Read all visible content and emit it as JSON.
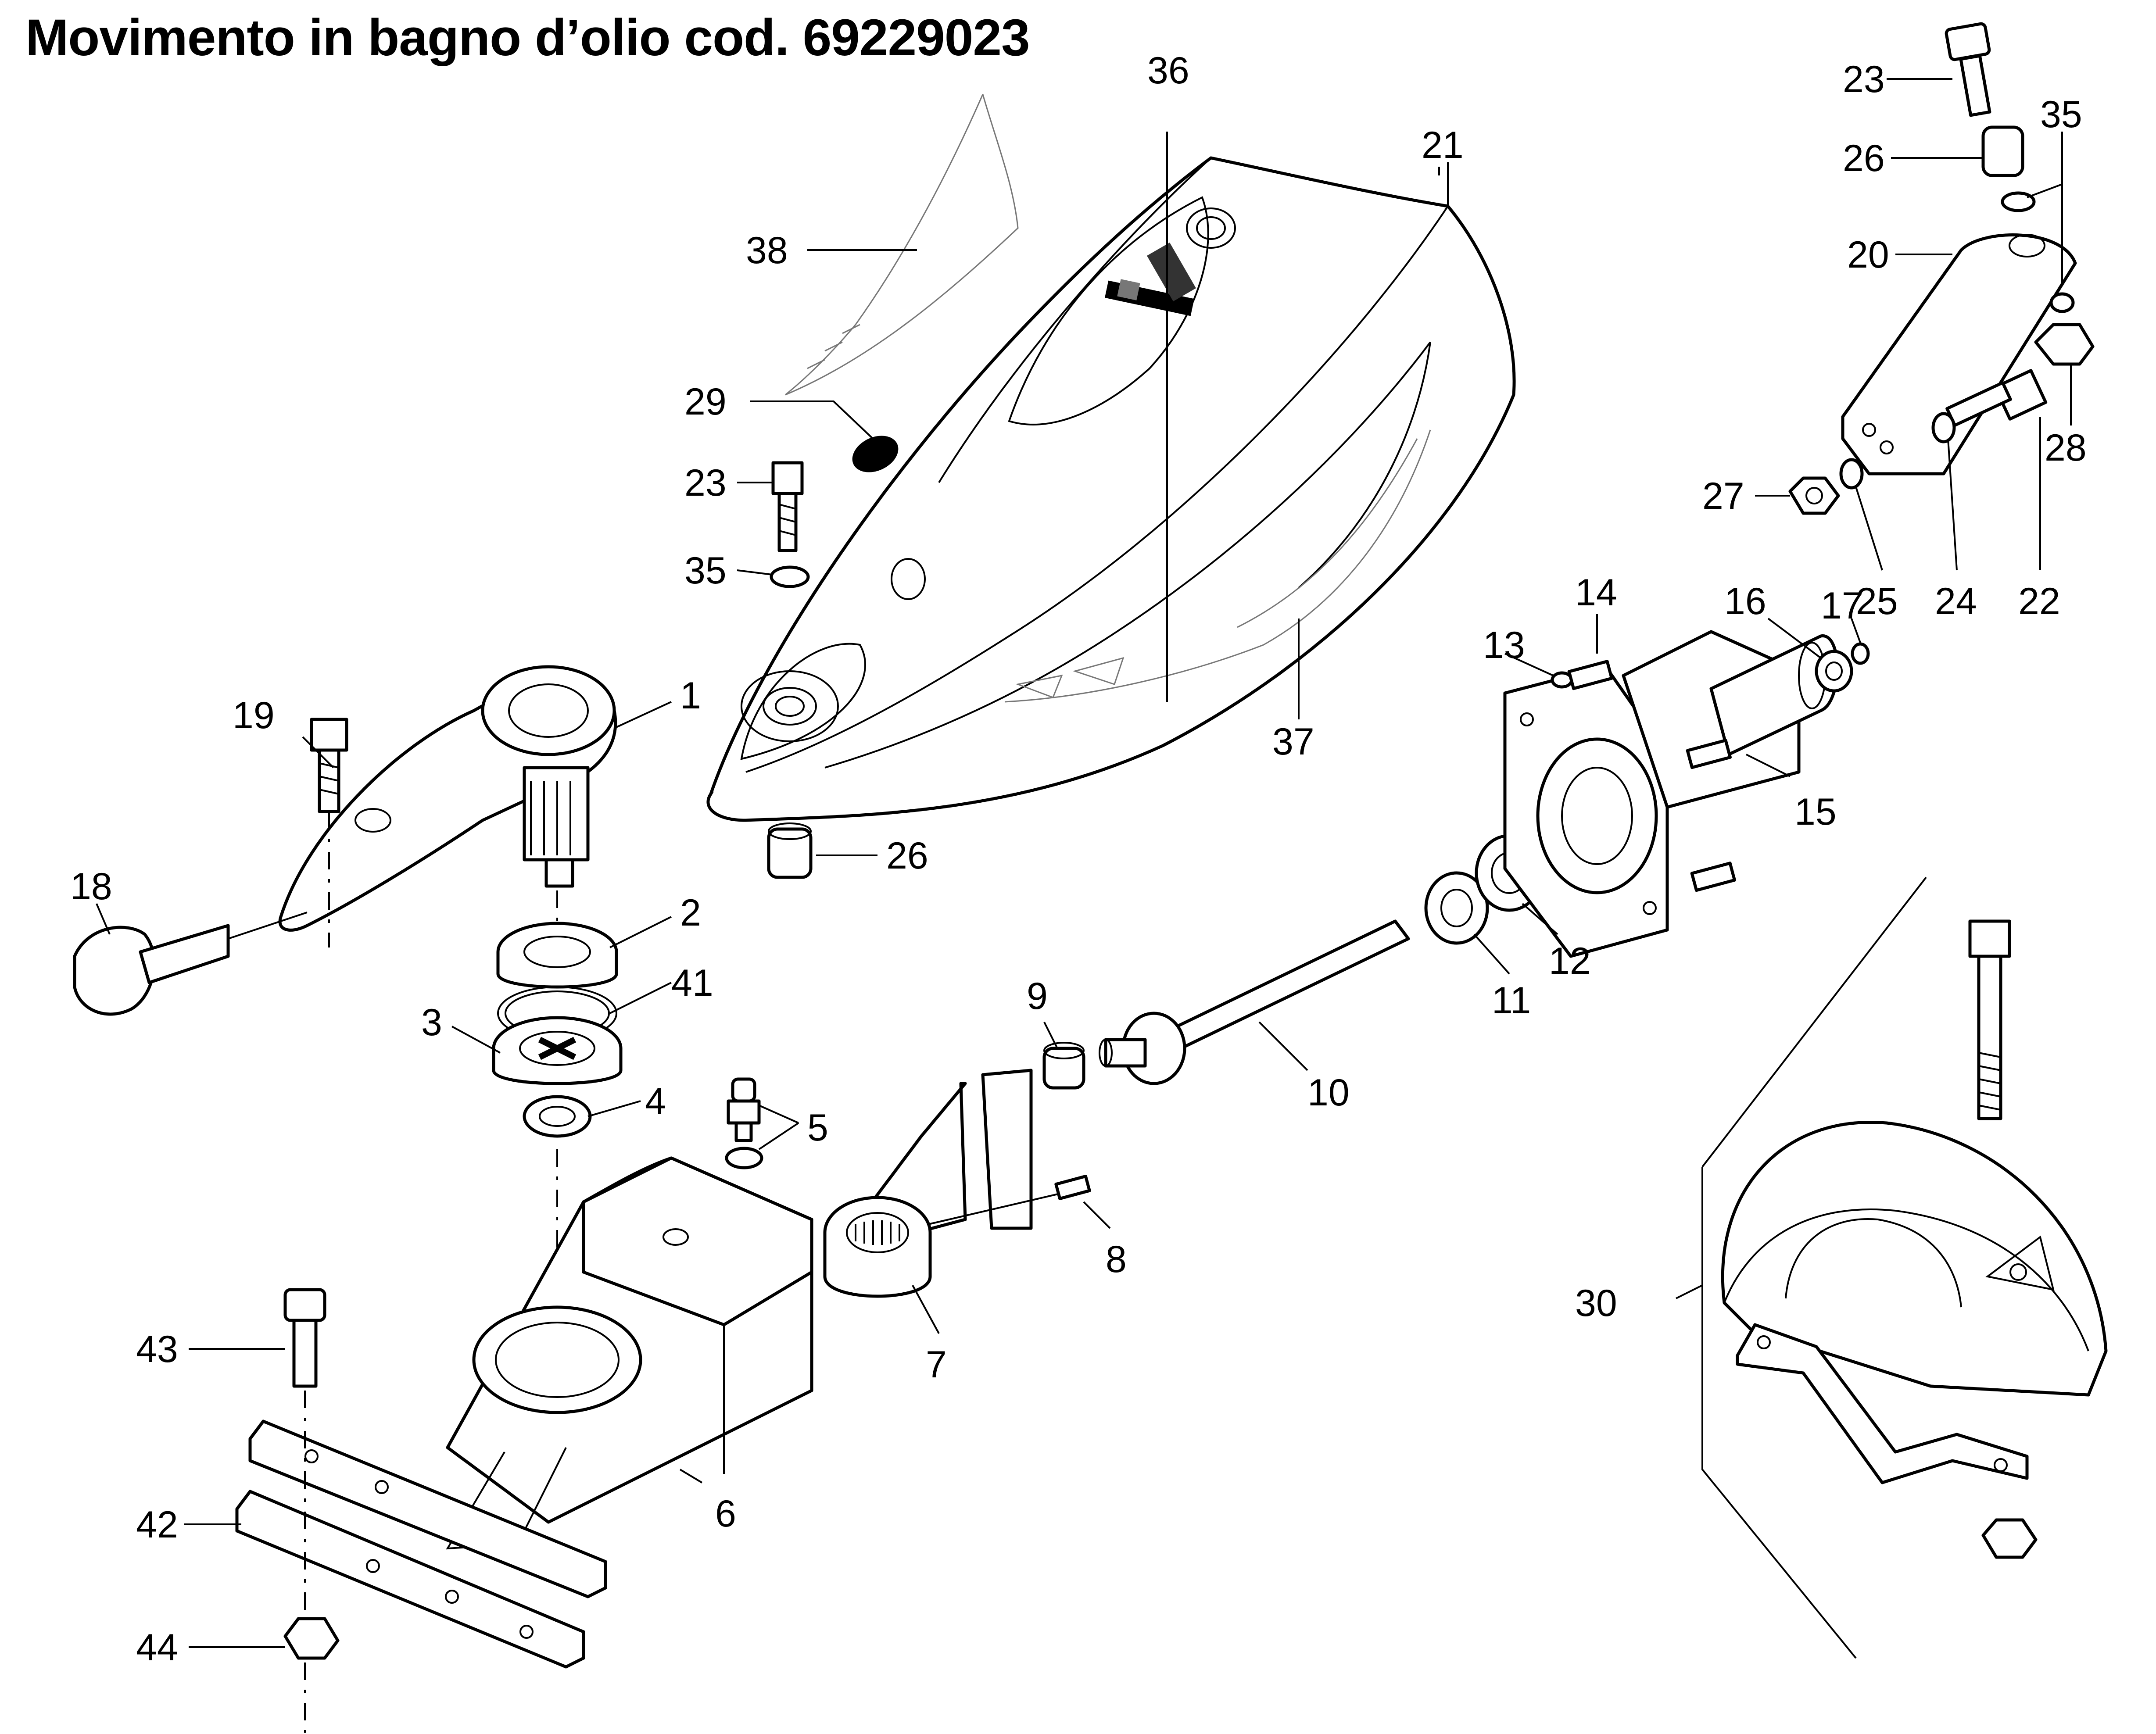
{
  "title": "Movimento in bagno d’olio cod. 69229023",
  "callouts": [
    "1",
    "2",
    "3",
    "4",
    "5",
    "6",
    "7",
    "8",
    "9",
    "10",
    "11",
    "12",
    "13",
    "14",
    "15",
    "16",
    "17",
    "18",
    "19",
    "20",
    "21",
    "22",
    "23",
    "24",
    "25",
    "26",
    "27",
    "28",
    "29",
    "30",
    "35",
    "36",
    "37",
    "38",
    "41",
    "42",
    "43",
    "44"
  ],
  "labels": {
    "n1": "1",
    "n2": "2",
    "n3": "3",
    "n4": "4",
    "n5": "5",
    "n6": "6",
    "n7": "7",
    "n8": "8",
    "n9": "9",
    "n10": "10",
    "n11": "11",
    "n12": "12",
    "n13": "13",
    "n14": "14",
    "n15": "15",
    "n16": "16",
    "n17": "17",
    "n18": "18",
    "n19": "19",
    "n20": "20",
    "n21": "21",
    "n22": "22",
    "n23a": "23",
    "n23b": "23",
    "n24": "24",
    "n25": "25",
    "n26a": "26",
    "n26b": "26",
    "n27": "27",
    "n28": "28",
    "n29": "29",
    "n30": "30",
    "n35a": "35",
    "n35b": "35",
    "n36": "36",
    "n37": "37",
    "n38": "38",
    "n41": "41",
    "n42": "42",
    "n43": "43",
    "n44": "44"
  }
}
